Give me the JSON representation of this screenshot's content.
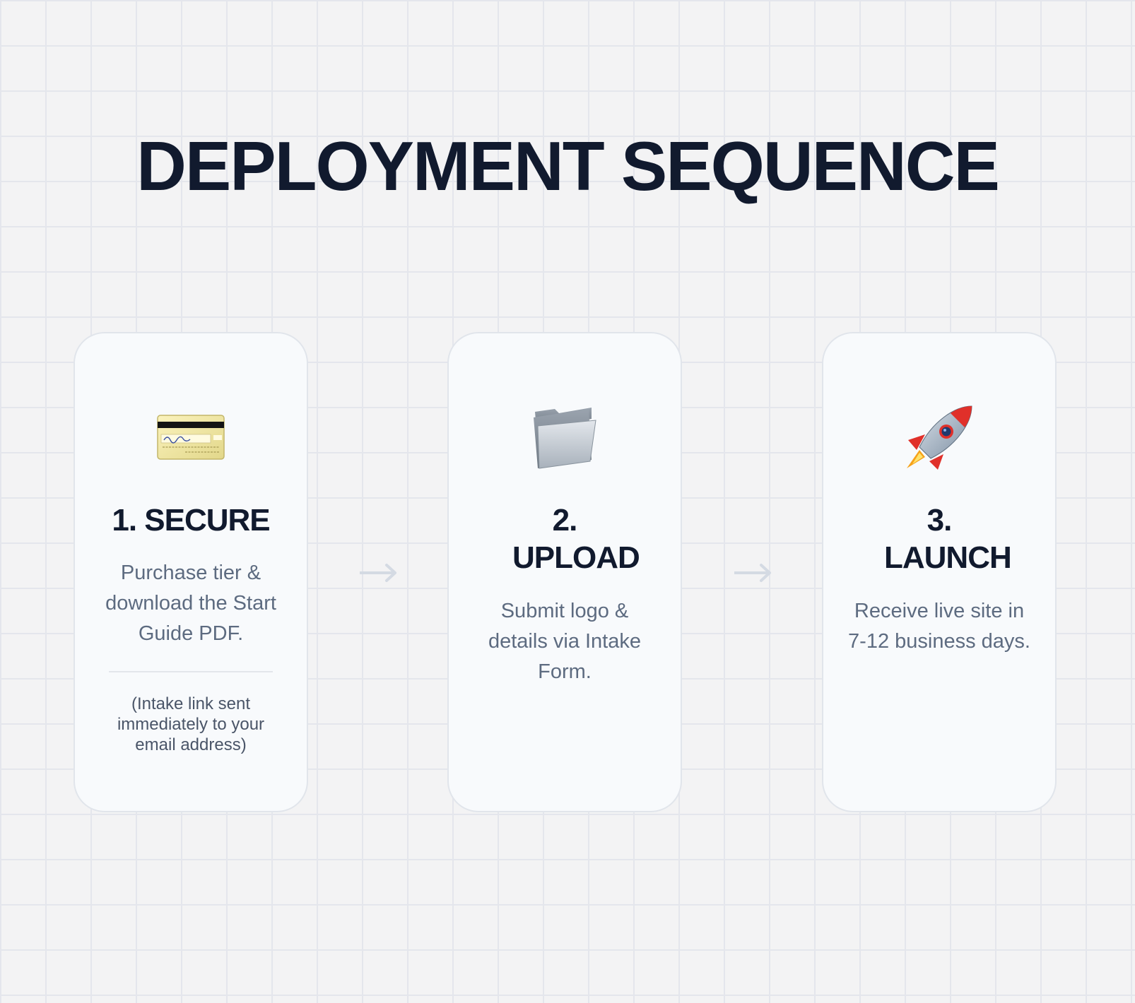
{
  "title": "DEPLOYMENT SEQUENCE",
  "steps": [
    {
      "icon": "credit-card-icon",
      "heading": "1. SECURE",
      "description": "Purchase tier & download the Start Guide PDF.",
      "note": "(Intake link sent immediately to your email address)"
    },
    {
      "icon": "folder-icon",
      "heading": "2. UPLOAD",
      "description": "Submit logo & details via Intake Form."
    },
    {
      "icon": "rocket-icon",
      "heading": "3. LAUNCH",
      "description": "Receive live site in 7-12 business days."
    }
  ],
  "colors": {
    "background": "#f3f3f4",
    "grid": "#e4e6ec",
    "card": "#f8fafc",
    "heading": "#111a2e",
    "body_text": "#5d6b80",
    "arrow": "#d4dae3"
  }
}
